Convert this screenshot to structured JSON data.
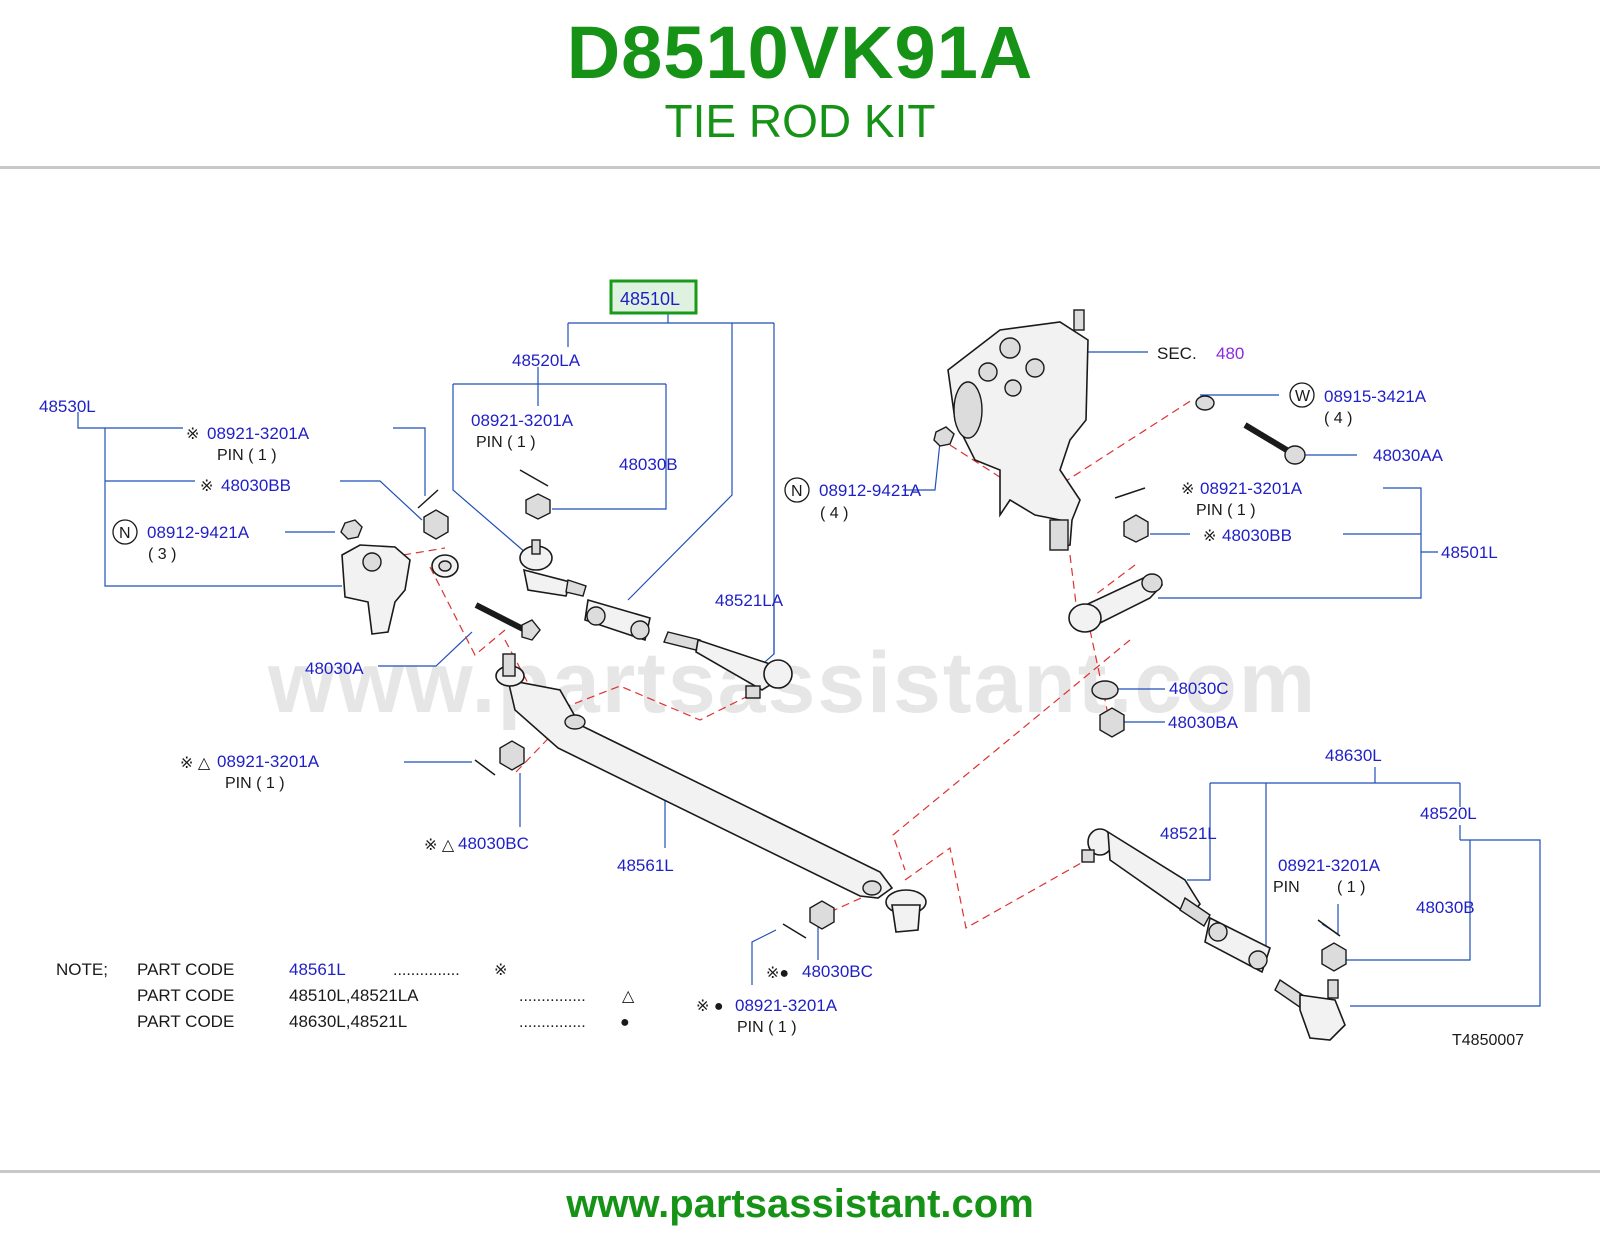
{
  "header": {
    "part_number": "D8510VK91A",
    "part_name": "TIE ROD KIT"
  },
  "watermark": "www.partsassistant.com",
  "footer": {
    "url": "www.partsassistant.com"
  },
  "colors": {
    "brand_green": "#169316",
    "callout_blue": "#1f1fc8",
    "leader_blue": "#1f4fb8",
    "dashed_red": "#e03030",
    "highlight_green": "#1a9a1a",
    "sec_purple": "#8a2be2"
  },
  "diagram": {
    "highlighted_part": "48510L",
    "labels": {
      "l48520LA": "48520LA",
      "l48530L": "48530L",
      "l08921_a": "08921-3201A",
      "pin_a": "PIN   ( 1 )",
      "l08921_b": "08921-3201A",
      "pin_b": "PIN   ( 1 )",
      "l48030B_top": "48030B",
      "l48030BB_left": "48030BB",
      "l08912_left": "08912-9421A",
      "qty_left": "( 3 )",
      "l08912_mid": "08912-9421A",
      "qty_mid": "( 4 )",
      "l48521LA": "48521LA",
      "l48030A": "48030A",
      "sec_prefix": "SEC.",
      "sec_num": "480",
      "l08915": "08915-3421A",
      "qty_w": "( 4 )",
      "l48030AA": "48030AA",
      "l08921_c": "08921-3201A",
      "pin_c": "PIN     ( 1 )",
      "l48030BB_right": "48030BB",
      "l48501L": "48501L",
      "l48030C": "48030C",
      "l48030BA": "48030BA",
      "l08921_d": "08921-3201A",
      "pin_d": "PIN   ( 1 )",
      "l48030BC_left": "48030BC",
      "l48561L": "48561L",
      "l48630L": "48630L",
      "l48521L": "48521L",
      "l48520L": "48520L",
      "l08921_e": "08921-3201A",
      "pin_e": "PIN",
      "qty_e": "( 1 )",
      "l48030B_right": "48030B",
      "l48030BC_bottom": "48030BC",
      "l08921_f": "08921-3201A",
      "pin_f": "PIN     ( 1 )",
      "illustration_no": "T4850007"
    },
    "markers": {
      "kome": "※",
      "triangle": "△",
      "dot": "●",
      "kome_triangle": "※ △",
      "kome_dot": "※●",
      "kome_dot_spaced": "※ ●"
    },
    "circled_letters": {
      "n1": "N",
      "n2": "N",
      "w": "W"
    },
    "note": {
      "title": "NOTE;",
      "rows": [
        {
          "prefix": "PART   CODE",
          "codes": "48561L",
          "dots": "...............",
          "mark": "※"
        },
        {
          "prefix": "PART   CODE",
          "codes": "48510L,48521LA",
          "dots": "...............",
          "mark": "△"
        },
        {
          "prefix": "PART   CODE",
          "codes": "48630L,48521L",
          "dots": "...............",
          "mark": "●"
        }
      ]
    }
  }
}
